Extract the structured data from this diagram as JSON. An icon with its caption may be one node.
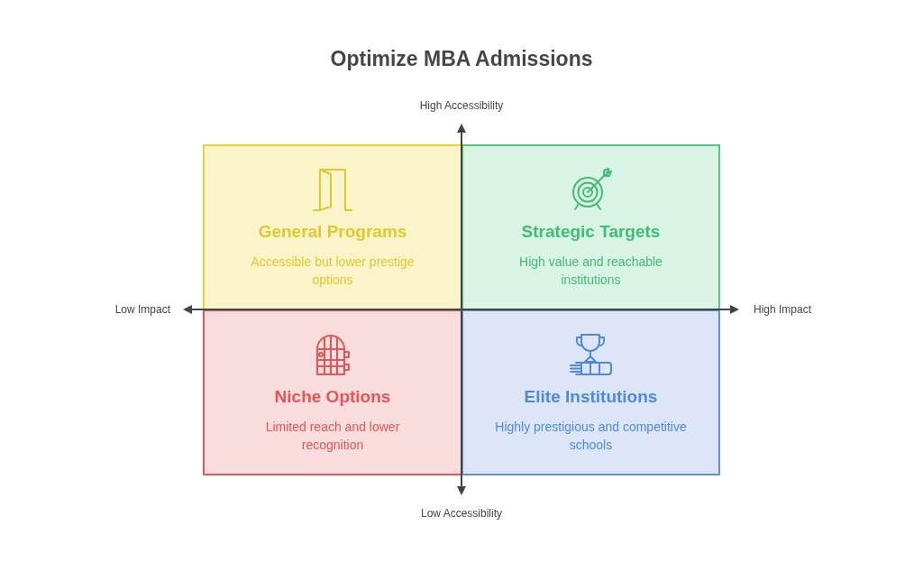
{
  "diagram": {
    "title": "Optimize MBA Admissions",
    "nodes": [
      {
        "text": [
          "General Programs",
          "Accessible but lower prestige options"
        ]
      },
      {
        "text": [
          "Strategic Targets",
          "High value and reachable institutions"
        ]
      },
      {
        "text": [
          "Niche Options",
          "Limited reach and lower recognition"
        ]
      },
      {
        "text": [
          "Elite Institutions",
          "Highly prestigious and competitive schools"
        ]
      }
    ],
    "labels": [
      "High Accessibility",
      "Low Impact",
      "High Impact",
      "Low Accessibility"
    ]
  }
}
